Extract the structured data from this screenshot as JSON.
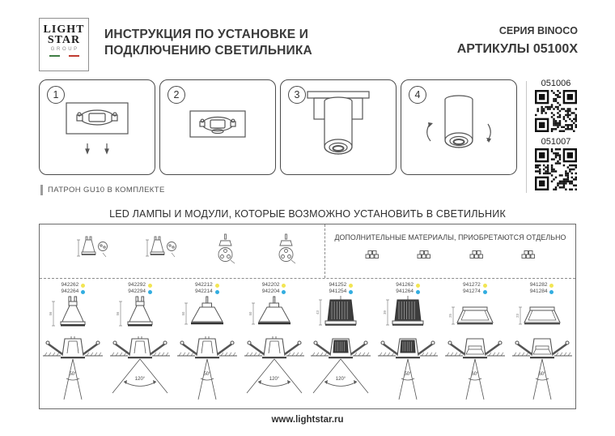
{
  "header": {
    "logo": {
      "line1": "LIGHT",
      "line2": "STAR",
      "line3": "GROUP",
      "flag_green": "#3f7d44",
      "flag_red": "#c03a30"
    },
    "title_line1": "ИНСТРУКЦИЯ ПО УСТАНОВКЕ И",
    "title_line2": "ПОДКЛЮЧЕНИЮ СВЕТИЛЬНИКА",
    "series": "СЕРИЯ BINOCO",
    "articles": "АРТИКУЛЫ 05100X"
  },
  "qr_codes": [
    {
      "label": "051006"
    },
    {
      "label": "051007"
    }
  ],
  "steps": [
    {
      "number": "1"
    },
    {
      "number": "2"
    },
    {
      "number": "3"
    },
    {
      "number": "4"
    }
  ],
  "included_note": "ПАТРОН GU10 В КОМПЛЕКТЕ",
  "section_title": "LED ЛАМПЫ И МОДУЛИ, КОТОРЫЕ ВОЗМОЖНО УСТАНОВИТЬ В СВЕТИЛЬНИК",
  "compat_table": {
    "additional_materials_label": "ДОПОЛНИТЕЛЬНЫЕ МАТЕРИАЛЫ, ПРИОБРЕТАЮТСЯ ОТДЕЛЬНО",
    "warm_dot_color": "#f2e553",
    "cool_dot_color": "#32ade0",
    "columns": [
      {
        "type": "gu10",
        "dim": "56",
        "articles": [
          {
            "code": "942262",
            "temp": "warm"
          },
          {
            "code": "942264",
            "temp": "cool"
          }
        ],
        "beam_angle": "50°",
        "beam_wide": false
      },
      {
        "type": "gu10",
        "dim": "56",
        "articles": [
          {
            "code": "942292",
            "temp": "warm"
          },
          {
            "code": "942294",
            "temp": "cool"
          }
        ],
        "beam_angle": "120°",
        "beam_wide": true
      },
      {
        "type": "mr16",
        "dim": "50",
        "articles": [
          {
            "code": "942212",
            "temp": "warm"
          },
          {
            "code": "942214",
            "temp": "cool"
          }
        ],
        "beam_angle": "50°",
        "beam_wide": false
      },
      {
        "type": "mr16",
        "dim": "50",
        "articles": [
          {
            "code": "942202",
            "temp": "warm"
          },
          {
            "code": "942204",
            "temp": "cool"
          }
        ],
        "beam_angle": "120°",
        "beam_wide": true
      },
      {
        "type": "module-ribbed",
        "dim": "43",
        "articles": [
          {
            "code": "941252",
            "temp": "warm"
          },
          {
            "code": "941254",
            "temp": "cool"
          }
        ],
        "beam_angle": "120°",
        "beam_wide": true
      },
      {
        "type": "module-ribbed",
        "dim": "39",
        "articles": [
          {
            "code": "941262",
            "temp": "warm"
          },
          {
            "code": "941264",
            "temp": "cool"
          }
        ],
        "beam_angle": "50°",
        "beam_wide": false
      },
      {
        "type": "module-low",
        "dim": "25",
        "articles": [
          {
            "code": "941272",
            "temp": "warm"
          },
          {
            "code": "941274",
            "temp": "cool"
          }
        ],
        "beam_angle": "60°",
        "beam_wide": false
      },
      {
        "type": "module-low",
        "dim": "23",
        "articles": [
          {
            "code": "941282",
            "temp": "warm"
          },
          {
            "code": "941284",
            "temp": "cool"
          }
        ],
        "beam_angle": "60°",
        "beam_wide": false
      }
    ]
  },
  "footer": {
    "url": "www.lightstar.ru"
  }
}
